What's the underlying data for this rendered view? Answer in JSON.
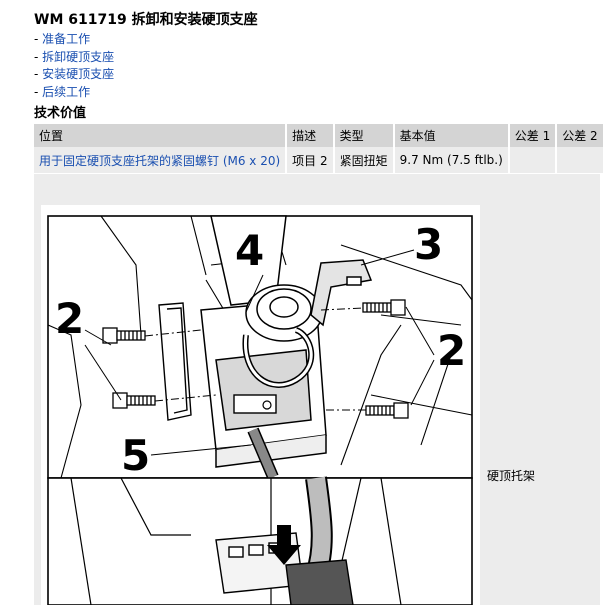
{
  "title": "WM 611719 拆卸和安装硬顶支座",
  "links": [
    {
      "prefix": "- ",
      "label": "准备工作"
    },
    {
      "prefix": "- ",
      "label": "拆卸硬顶支座"
    },
    {
      "prefix": "- ",
      "label": "安装硬顶支座"
    },
    {
      "prefix": "- ",
      "label": "后续工作"
    }
  ],
  "section_title": "技术价值",
  "table": {
    "headers": [
      "位置",
      "描述",
      "类型",
      "基本值",
      "公差 1",
      "公差 2"
    ],
    "rows": [
      {
        "position": "用于固定硬顶支座托架的紧固螺钉 (M6 x 20)",
        "description": "项目 2",
        "type": "紧固扭矩",
        "base_value": "9.7 Nm (7.5 ftlb.)",
        "tol1": "",
        "tol2": ""
      }
    ]
  },
  "figure": {
    "callouts": [
      "4",
      "3",
      "2",
      "2",
      "5"
    ],
    "caption": "硬顶托架"
  }
}
